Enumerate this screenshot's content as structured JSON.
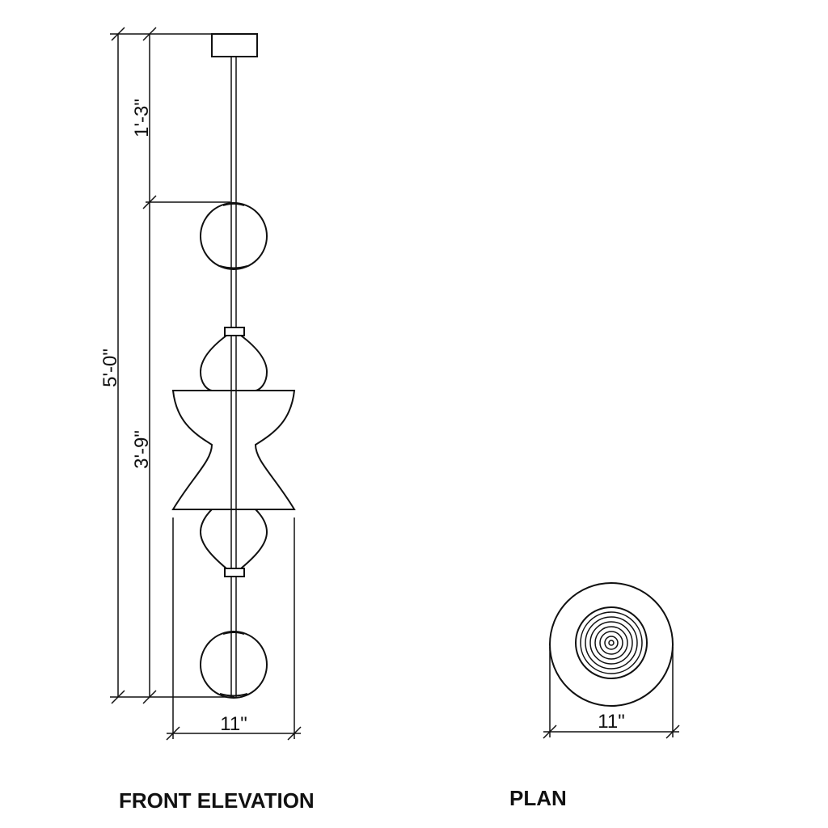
{
  "views": {
    "front_elevation": {
      "title": "FRONT ELEVATION",
      "dimensions": {
        "overall_height": "5'-0\"",
        "canopy_to_fixture": "1'-3\"",
        "fixture_height": "3'-9\"",
        "width": "11\""
      }
    },
    "plan": {
      "title": "PLAN",
      "dimensions": {
        "diameter": "11\""
      }
    }
  },
  "colors": {
    "line": "#111111",
    "background": "#ffffff"
  }
}
